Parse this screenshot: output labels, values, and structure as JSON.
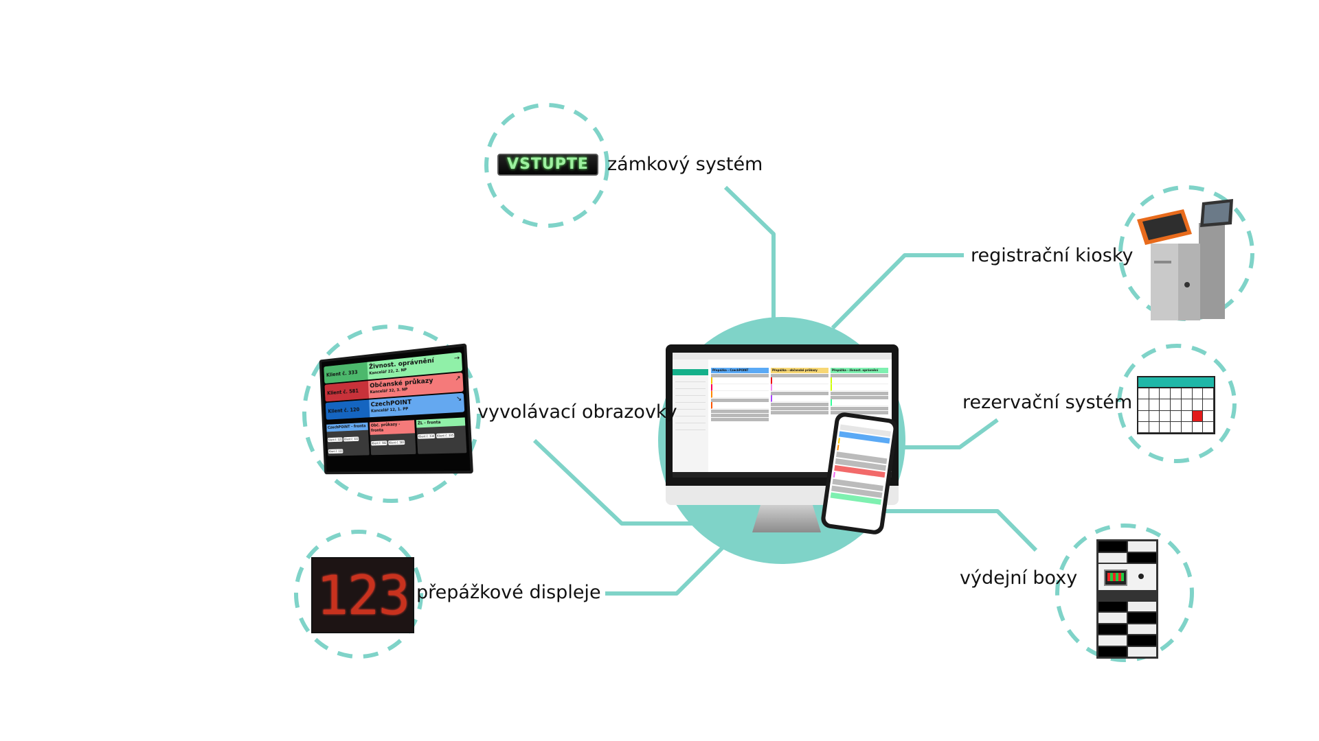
{
  "colors": {
    "accent": "#7fd3c8",
    "text": "#111111"
  },
  "center": {
    "monitor_columns": [
      "Přepážka - CzechPOINT",
      "Přepážka - občanské průkazy",
      "Přepážka - živnost. oprávnění"
    ],
    "column_colors": [
      "#5aa9f5",
      "#f7d774",
      "#7ef0b0"
    ]
  },
  "nodes": {
    "lock": {
      "label": "zámkový systém",
      "sign_text": "VSTUPTE"
    },
    "kiosk": {
      "label": "registrační kiosky"
    },
    "reservation": {
      "label": "rezervační systém"
    },
    "boxes": {
      "label": "výdejní boxy"
    },
    "screens": {
      "label": "vyvolávací obrazovky"
    },
    "counter": {
      "label": "přepážkové displeje",
      "display_value": "123"
    }
  },
  "calling_display": {
    "rows": [
      {
        "client": "Klient č. 333",
        "service": "Živnost. oprávnění",
        "office": "Kancelář 22, 2. NP",
        "icon": "→"
      },
      {
        "client": "Klient č. 581",
        "service": "Občanské průkazy",
        "office": "Kancelář 32, 3. NP",
        "icon": "↗"
      },
      {
        "client": "Klient č. 120",
        "service": "CzechPOINT",
        "office": "Kancelář 12, 1. PP",
        "icon": "↘"
      }
    ],
    "queues": [
      {
        "title": "CzechPOINT - fronta",
        "clients": [
          "Klient č. 121",
          "Klient č. 122",
          "Klient č. 123"
        ]
      },
      {
        "title": "Obč. průkazy - fronta",
        "clients": [
          "Klient č. 582",
          "Klient č. 583"
        ]
      },
      {
        "title": "ŽL - fronta",
        "clients": [
          "Klient č. 334",
          "Klient č. 335"
        ]
      }
    ]
  }
}
